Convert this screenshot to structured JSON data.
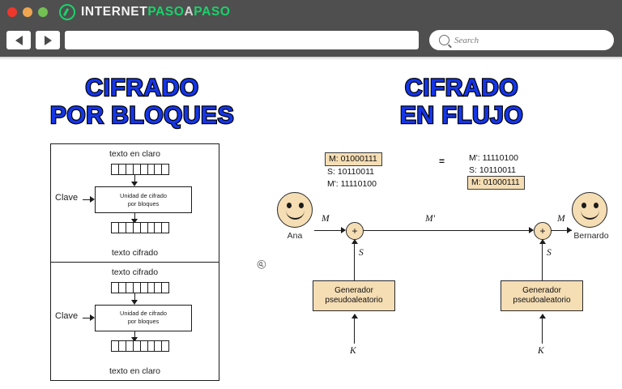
{
  "browser": {
    "window_dots": [
      "red",
      "orange",
      "green"
    ],
    "logo": {
      "part1": "INTERNET",
      "part2": "PASO",
      "part3": "A",
      "part4": "PASO",
      "mark_icon": "internet-paso-a-paso-logo-icon"
    },
    "nav": {
      "back_icon": "back-arrow-icon",
      "forward_icon": "forward-arrow-icon",
      "url_value": "",
      "url_placeholder": ""
    },
    "search": {
      "icon": "search-icon",
      "placeholder": "Search",
      "value": ""
    },
    "colors": {
      "chrome": "#4f4f4f",
      "logo_green": "#19d36a",
      "dot_red": "#f0372c",
      "dot_orange": "#f0a650",
      "dot_green": "#73c153"
    }
  },
  "headings": {
    "left": {
      "line1": "CIFRADO",
      "line2": "POR BLOQUES"
    },
    "right": {
      "line1": "CIFRADO",
      "line2": "EN FLUJO"
    },
    "color": "#1536e8",
    "outline": "#000000"
  },
  "block_cipher": {
    "encrypt": {
      "input_label": "texto en claro",
      "unit_line1": "Unidad de cifrado",
      "unit_line2": "por bloques",
      "key_label": "Clave",
      "output_label": "texto cifrado",
      "cell_count": 8
    },
    "decrypt": {
      "input_label": "texto cifrado",
      "unit_line1": "Unidad de cifrado",
      "unit_line2": "por bloques",
      "key_label": "Clave",
      "output_label": "texto en claro",
      "cell_count": 8
    }
  },
  "stream_cipher": {
    "sender": {
      "name": "Ana",
      "face_icon": "smiley-face-icon"
    },
    "receiver": {
      "name": "Bernardo",
      "face_icon": "smiley-face-icon"
    },
    "xor_symbol": "+",
    "signals": {
      "plaintext_in": "M",
      "ciphertext": "M'",
      "plaintext_out": "M",
      "keystream_left": "S",
      "keystream_right": "S",
      "key_left": "K",
      "key_right": "K"
    },
    "generator": {
      "line1": "Generador",
      "line2": "pseudoaleatorio"
    },
    "left_values": {
      "m": "M: 01000111",
      "s": "S: 10110011",
      "mp": "M': 11110100"
    },
    "right_values": {
      "mp": "M': 11110100",
      "s": "S: 10110011",
      "m": "M: 01000111"
    },
    "equality_symbol": "=",
    "highlight_color": "#f5ddb4"
  }
}
